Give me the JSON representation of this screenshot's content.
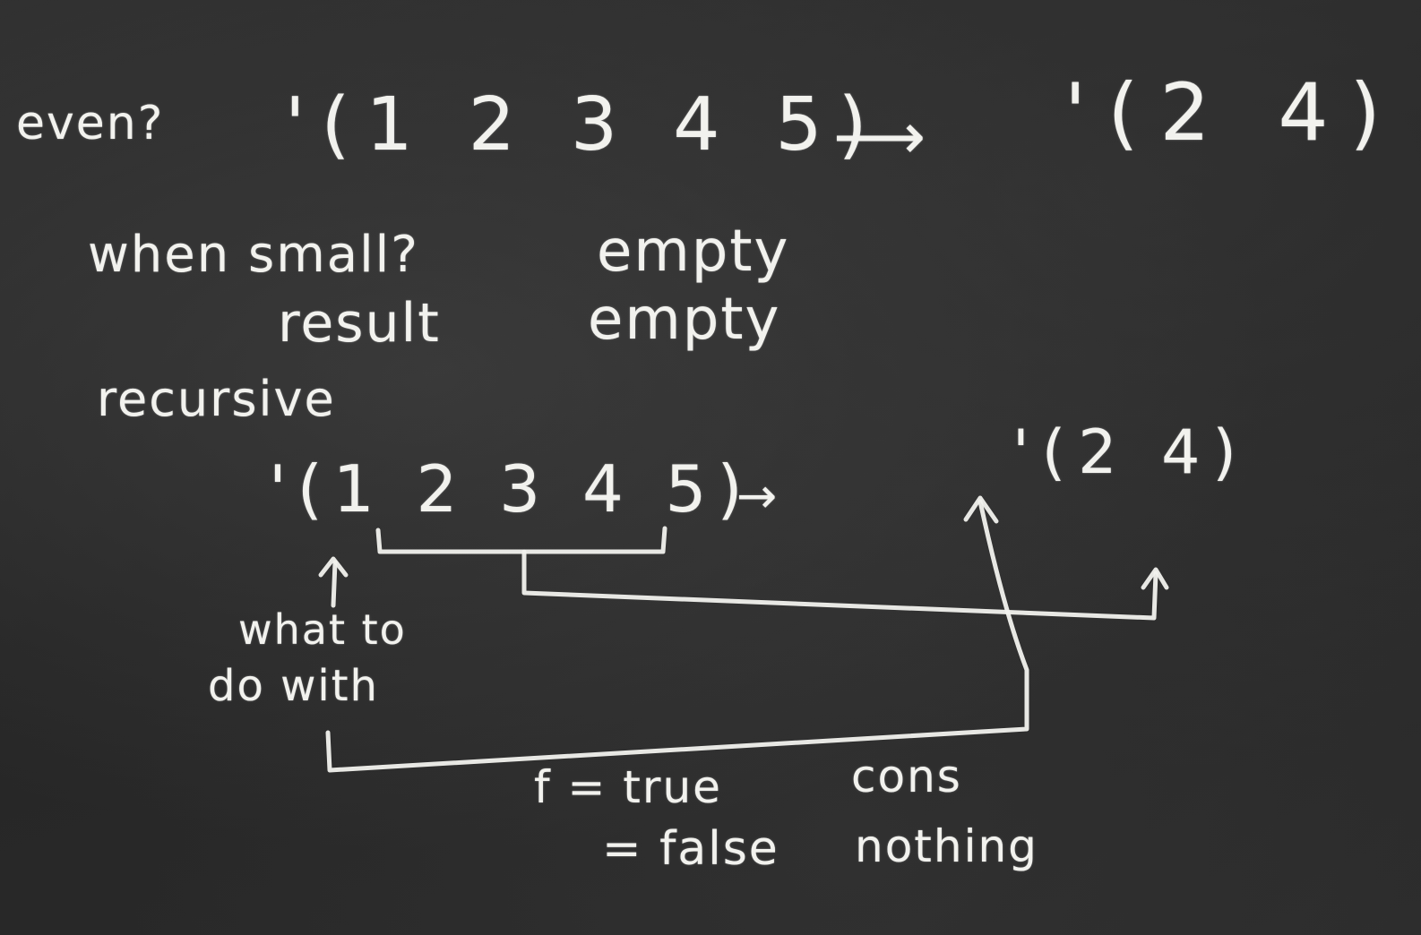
{
  "board": {
    "fn_name": "even?",
    "input_list": "'(1 2 3 4 5)",
    "top_arrow": "⟶",
    "output_list": "'(2 4)",
    "when_small_label": "when small?",
    "when_small_value": "empty",
    "result_label": "result",
    "result_value": "empty",
    "recursive_label": "recursive",
    "rec_input_list": "'(1 2 3 4 5)",
    "rec_arrow": "→",
    "rec_output_list": "'(2 4)",
    "what_to_line1": "what to",
    "what_to_line2": "do with",
    "f_true_label": "f = true",
    "f_true_value": "cons",
    "f_false_label": "= false",
    "f_false_value": "nothing"
  }
}
